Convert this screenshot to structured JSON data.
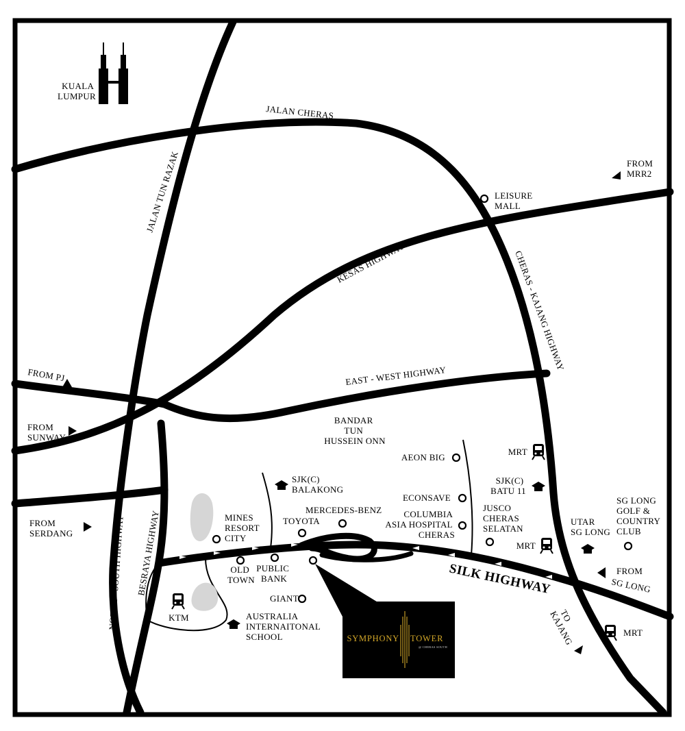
{
  "cities": {
    "kuala_lumpur": [
      "KUALA",
      "LUMPUR"
    ]
  },
  "roads": {
    "jalan_cheras": "JALAN CHERAS",
    "jalan_tun_razak": "JALAN TUN RAZAK",
    "kesas_highway": "KESAS HIGHWAY",
    "cheras_kajang_highway": "CHERAS - KAJANG HIGHWAY",
    "east_west_highway": "EAST - WEST HIGHWAY",
    "north_south_highway": "NORTH - SOUTH HIGHWAY",
    "besraya_highway": "BESRAYA HIGHWAY",
    "silk_highway": "SILK HIGHWAY"
  },
  "directions": {
    "from_mrr2": [
      "FROM",
      "MRR2"
    ],
    "from_pj": [
      "FROM PJ"
    ],
    "from_sunway": [
      "FROM",
      "SUNWAY"
    ],
    "from_serdang": [
      "FROM",
      "SERDANG"
    ],
    "from_sg_long": [
      "FROM",
      "SG LONG"
    ],
    "to_kajang": [
      "TO",
      "KAJANG"
    ]
  },
  "areas": {
    "bandar_tun_hussein_onn": [
      "BANDAR",
      "TUN",
      "HUSSEIN ONN"
    ]
  },
  "pois": {
    "leisure_mall": [
      "LEISURE",
      "MALL"
    ],
    "aeon_big": [
      "AEON BIG"
    ],
    "econsave": [
      "ECONSAVE"
    ],
    "columbia": [
      "COLUMBIA",
      "ASIA HOSPITAL",
      "CHERAS"
    ],
    "jusco": [
      "JUSCO",
      "CHERAS",
      "SELATAN"
    ],
    "mercedes": [
      "MERCEDES-BENZ"
    ],
    "toyota": [
      "TOYOTA"
    ],
    "mines": [
      "MINES",
      "RESORT",
      "CITY"
    ],
    "old_town": [
      "OLD",
      "TOWN"
    ],
    "public_bank": [
      "PUBLIC",
      "BANK"
    ],
    "giant": [
      "GIANT"
    ],
    "sg_long_golf": [
      "SG LONG",
      "GOLF &",
      "COUNTRY",
      "CLUB"
    ]
  },
  "schools": {
    "sjkc_balakong": [
      "SJK(C)",
      "BALAKONG"
    ],
    "sjkc_batu11": [
      "SJK(C)",
      "BATU 11"
    ],
    "utar": [
      "UTAR",
      "SG LONG"
    ],
    "australia": [
      "AUSTRALIA",
      "INTERNAITONAL",
      "SCHOOL"
    ]
  },
  "stations": {
    "mrt_1": "MRT",
    "mrt_2": "MRT",
    "mrt_3": "MRT",
    "ktm": "KTM"
  },
  "logo": {
    "left": "SYMPHONY",
    "right": "TOWER",
    "sub": "@ CHERAS SOUTH",
    "bg_color": "#000000",
    "gold_color": "#d4a829"
  }
}
